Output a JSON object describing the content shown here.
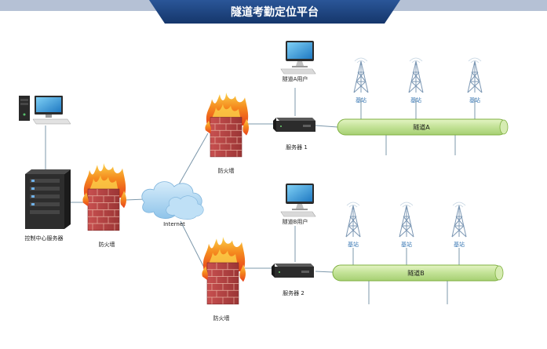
{
  "header": {
    "title": "隧道考勤定位平台",
    "bar_color": "#1a3a6b"
  },
  "nodes": {
    "control_server": {
      "label": "控制中心服务器"
    },
    "firewall_center": {
      "label": "防火墙"
    },
    "internet": {
      "label": "Internet"
    },
    "firewall_top": {
      "label": "防火墙"
    },
    "firewall_bottom": {
      "label": "防火墙"
    },
    "server_a": {
      "label": "服务器 1"
    },
    "server_b": {
      "label": "服务器 2"
    },
    "user_a": {
      "label": "隧道A用户"
    },
    "user_b": {
      "label": "隧道B用户"
    }
  },
  "tunnels": {
    "a": {
      "label": "隧道A"
    },
    "b": {
      "label": "隧道B"
    }
  },
  "base_stations": {
    "a": [
      "基站",
      "基站",
      "基站"
    ],
    "b": [
      "基站",
      "基站",
      "基站"
    ]
  },
  "colors": {
    "tunnel_fill": "#c8e6a0",
    "tunnel_stroke": "#7fb040",
    "cloud": "#a9d4f0",
    "firewall_brick": "#b84545",
    "flame": "#f08020",
    "link": "#7d98ab"
  }
}
